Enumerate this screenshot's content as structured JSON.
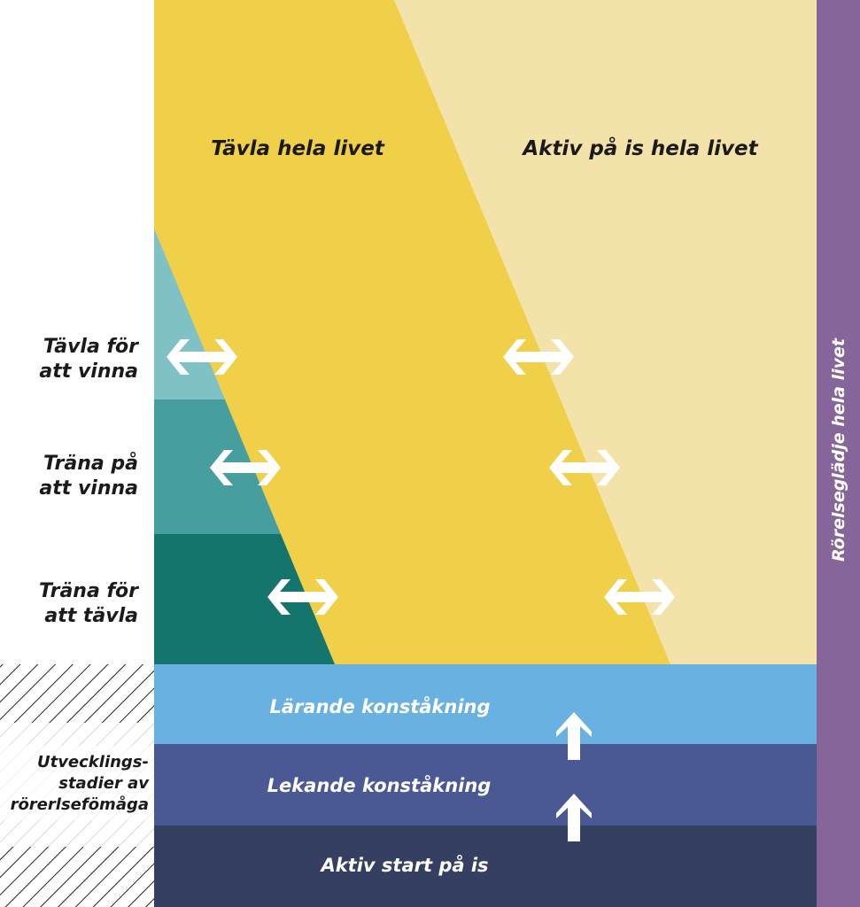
{
  "top_labels": {
    "compete": "Tävla hela livet",
    "active": "Aktiv på is hela livet"
  },
  "stage_labels": [
    {
      "line1": "Tävla för",
      "line2": "att vinna"
    },
    {
      "line1": "Träna på",
      "line2": "att vinna"
    },
    {
      "line1": "Träna för",
      "line2": "att tävla"
    }
  ],
  "development_label": {
    "line1": "Utvecklings-",
    "line2": "stadier av",
    "line3": "rörerlsefömåga"
  },
  "bands": [
    "Lärande konståkning",
    "Lekande konståkning",
    "Aktiv start på is"
  ],
  "side_label": "Rörelseglädje hela livet",
  "colors": {
    "cream": "#f3e2a9",
    "yellow": "#efd048",
    "teal_light": "#80c1c6",
    "teal_mid": "#469e9e",
    "teal_dark": "#14756d",
    "band_light": "#68b1e0",
    "band_mid": "#4a5994",
    "band_dark": "#343f62",
    "purple": "#86659b"
  }
}
